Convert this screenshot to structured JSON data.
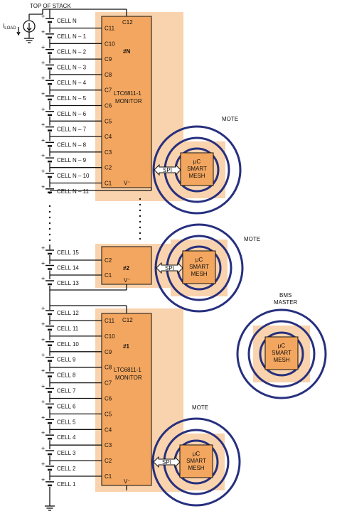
{
  "top_label": "TOP OF STACK",
  "load_label": {
    "main": "I",
    "sub": "LOAD"
  },
  "colors": {
    "backdrop": "#f9d3ad",
    "chip": "#f3a65f",
    "ring": "#27307e",
    "wire": "#111111",
    "dots": "#111111"
  },
  "icons": [
    "current-source-icon",
    "ground-icon",
    "battery-cell-icon",
    "spi-arrow-icon"
  ],
  "monitor_N": {
    "id": "#N",
    "name_line1": "LTC6811-1",
    "name_line2": "MONITOR",
    "top_pin": "C12",
    "bottom_pin": "V⁻",
    "cells": [
      "CELL N",
      "CELL N – 1",
      "CELL N – 2",
      "CELL N – 3",
      "CELL N – 4",
      "CELL N – 5",
      "CELL N – 6",
      "CELL N – 7",
      "CELL N – 8",
      "CELL N – 9",
      "CELL N – 10",
      "CELL N – 11"
    ],
    "pins": [
      "C11",
      "C10",
      "C9",
      "C8",
      "C7",
      "C6",
      "C5",
      "C4",
      "C3",
      "C2",
      "C1"
    ]
  },
  "monitor_2": {
    "id": "#2",
    "bottom_pin": "V⁻",
    "cells": [
      "CELL 15",
      "CELL 14",
      "CELL 13"
    ],
    "pins": [
      "C2",
      "C1"
    ]
  },
  "monitor_1": {
    "id": "#1",
    "name_line1": "LTC6811-1",
    "name_line2": "MONITOR",
    "top_pin": "C12",
    "bottom_pin": "V⁻",
    "cells": [
      "CELL 12",
      "CELL 11",
      "CELL 10",
      "CELL 9",
      "CELL 8",
      "CELL 7",
      "CELL 6",
      "CELL 5",
      "CELL 4",
      "CELL 3",
      "CELL 2",
      "CELL 1"
    ],
    "pins": [
      "C11",
      "C10",
      "C9",
      "C8",
      "C7",
      "C6",
      "C5",
      "C4",
      "C3",
      "C2",
      "C1"
    ]
  },
  "mote_label": "MOTE",
  "spi_label": "SPI",
  "smartmesh_lines": [
    "μC",
    "SMART",
    "MESH"
  ],
  "bms_master_lines": [
    "BMS",
    "MASTER"
  ]
}
